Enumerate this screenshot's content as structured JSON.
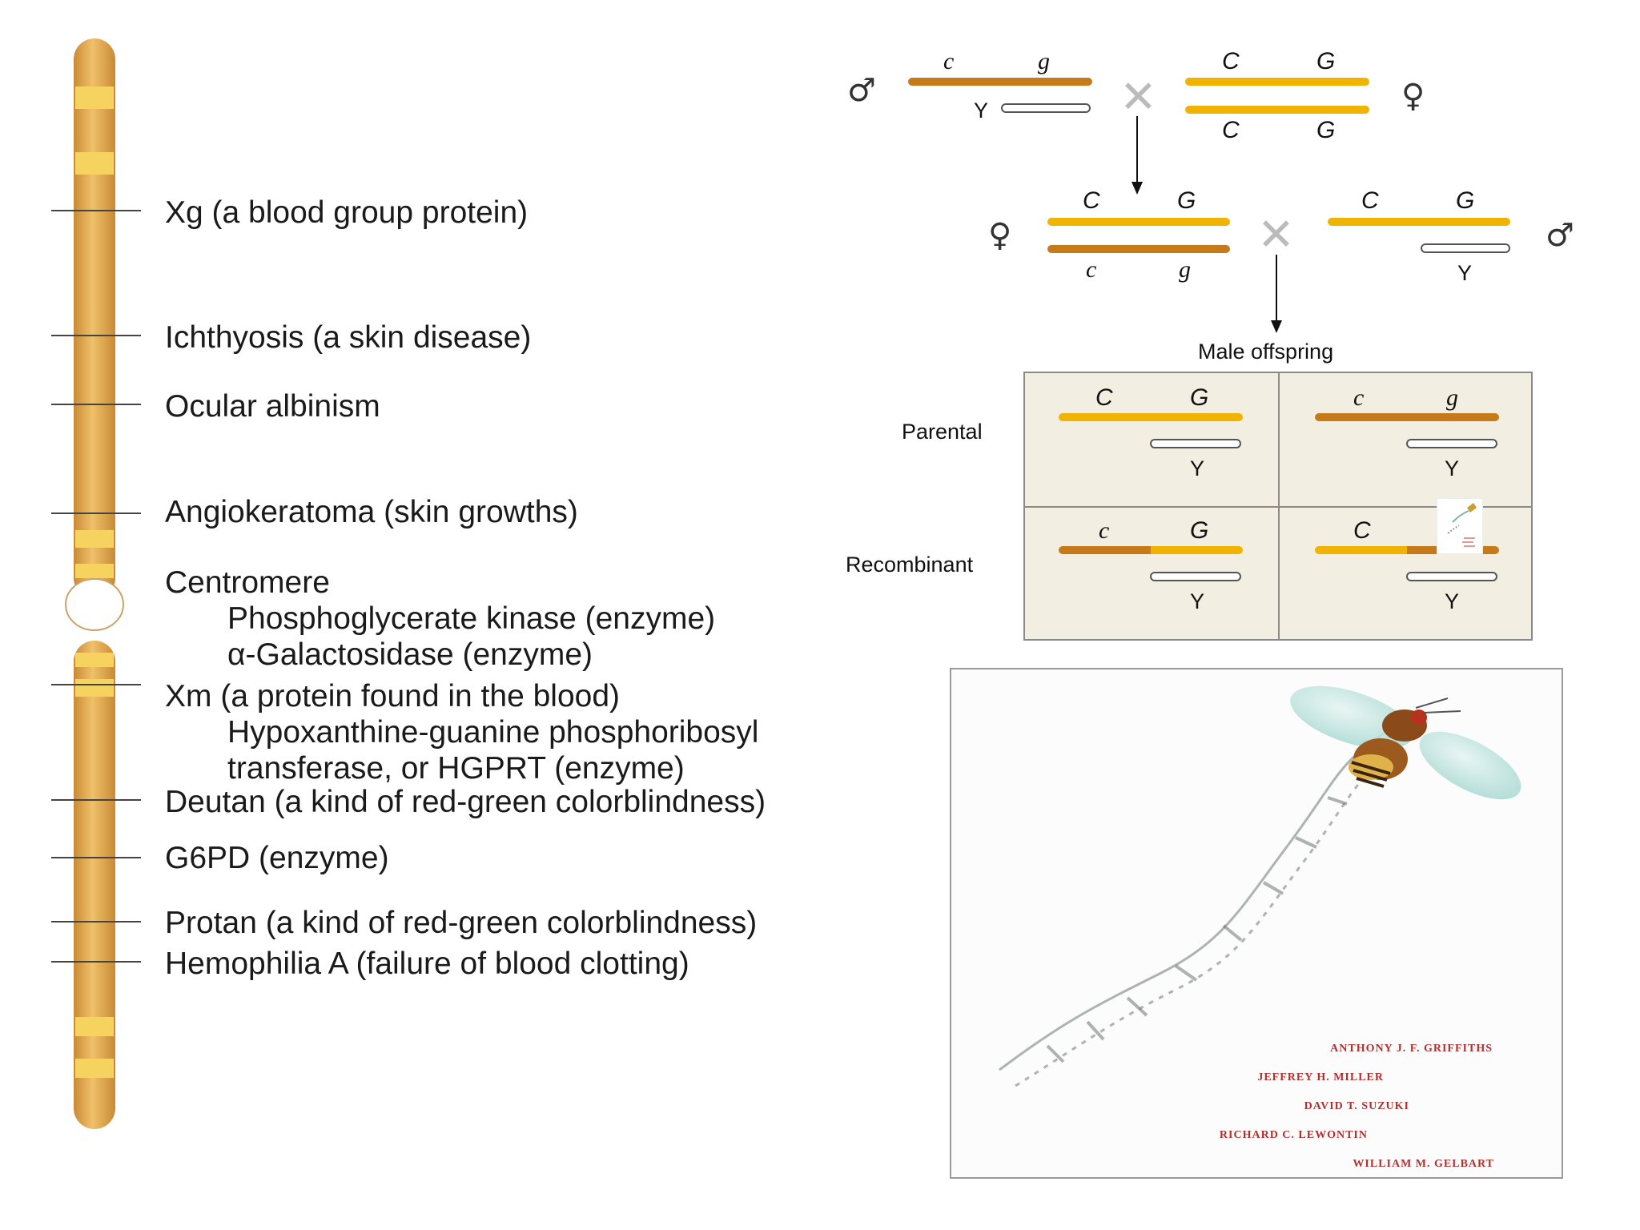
{
  "colors": {
    "chromosome": "#e4a94b",
    "dominant_allele": "#f0b400",
    "recessive_allele": "#c77a1a",
    "grid_bg": "#f3eee2",
    "book_title_red": "#b03030"
  },
  "chromosome_labels": [
    {
      "text": "Xg (a blood group protein)"
    },
    {
      "text": "Ichthyosis (a skin disease)"
    },
    {
      "text": "Ocular albinism"
    },
    {
      "text": "Angiokeratoma (skin growths)"
    },
    {
      "text": "Centromere"
    },
    {
      "text": "Phosphoglycerate kinase (enzyme)"
    },
    {
      "text": "α-Galactosidase (enzyme)"
    },
    {
      "text": "Xm (a protein found in the blood)"
    },
    {
      "text": "Hypoxanthine-guanine phosphoribosyl"
    },
    {
      "text": "transferase, or HGPRT (enzyme)"
    },
    {
      "text": "Deutan (a kind of red-green colorblindness)"
    },
    {
      "text": "G6PD (enzyme)"
    },
    {
      "text": "Protan (a kind of red-green colorblindness)"
    },
    {
      "text": "Hemophilia A (failure of blood clotting)"
    }
  ],
  "cross": {
    "male_symbol": "♂",
    "female_symbol": "♀",
    "cross_symbol": "✕",
    "allele_c_lower": "c",
    "allele_g_lower": "g",
    "allele_c_upper": "C",
    "allele_g_upper": "G",
    "y_label": "Y",
    "male_offspring": "Male offspring",
    "parental": "Parental",
    "recombinant": "Recombinant"
  },
  "book_cover": {
    "credits": [
      "ANTHONY J. F. GRIFFITHS",
      "JEFFREY H. MILLER",
      "DAVID T. SUZUKI",
      "RICHARD C. LEWONTIN",
      "WILLIAM M. GELBART"
    ]
  }
}
